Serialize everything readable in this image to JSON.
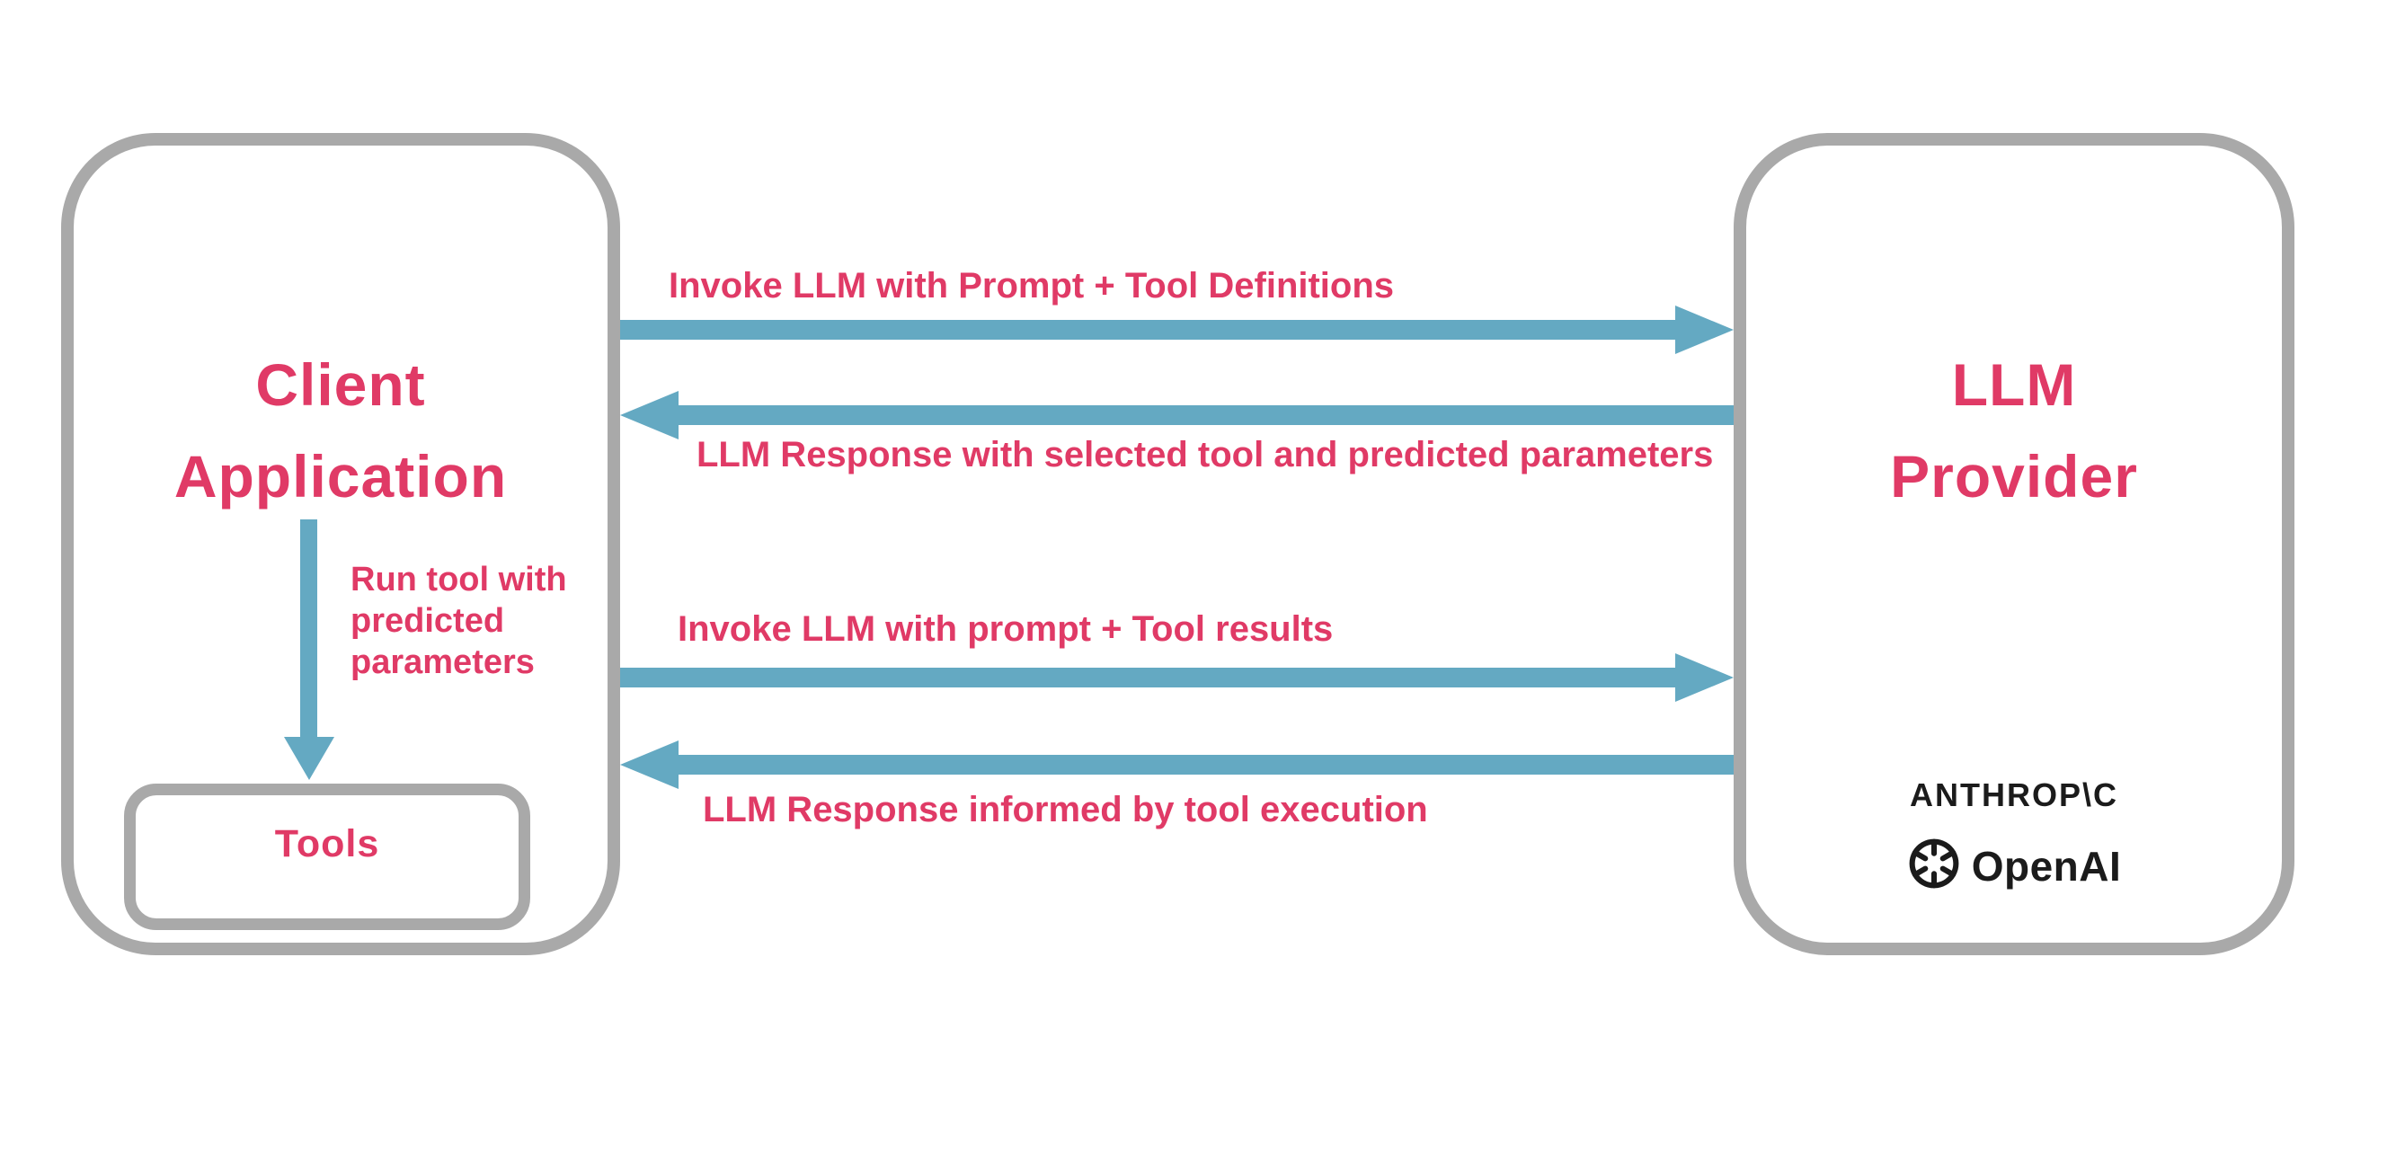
{
  "colors": {
    "background": "#ffffff",
    "accent_pink": "#e03a66",
    "arrow_blue": "#64a9c2",
    "border_gray": "#a9a9a9",
    "logo_black": "#1b1b1b"
  },
  "client_box": {
    "title": "Client\nApplication",
    "run_tool_label": "Run tool with\npredicted\nparameters",
    "tools_label": "Tools"
  },
  "provider_box": {
    "title": "LLM\nProvider",
    "anthropic_wordmark": "ANTHROP\\C",
    "openai_wordmark": "OpenAI"
  },
  "flows": [
    {
      "direction": "right",
      "label": "Invoke LLM with Prompt + Tool Definitions"
    },
    {
      "direction": "left",
      "label": "LLM Response with selected tool and predicted parameters"
    },
    {
      "direction": "right",
      "label": "Invoke LLM with prompt + Tool results"
    },
    {
      "direction": "left",
      "label": "LLM Response informed by tool execution"
    }
  ]
}
